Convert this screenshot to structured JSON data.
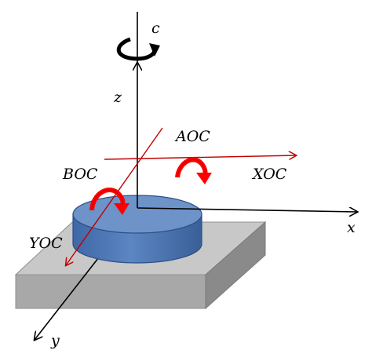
{
  "labels": {
    "c_axis": "c",
    "z_axis": "z",
    "x_axis": "x",
    "y_axis": "y",
    "aoc": "AOC",
    "boc": "BOC",
    "xoc": "XOC",
    "yoc": "YOC"
  },
  "colors": {
    "axis": "#000000",
    "work_axis": "#c00000",
    "rotation_arrow": "#ff0000",
    "cylinder_top": "#6d93c9",
    "cylinder_side": "#4a74b0",
    "cylinder_edge": "#2c4e84",
    "base_top": "#c8c8c8",
    "base_front": "#a9a9a9",
    "base_side": "#8c8c8c"
  }
}
